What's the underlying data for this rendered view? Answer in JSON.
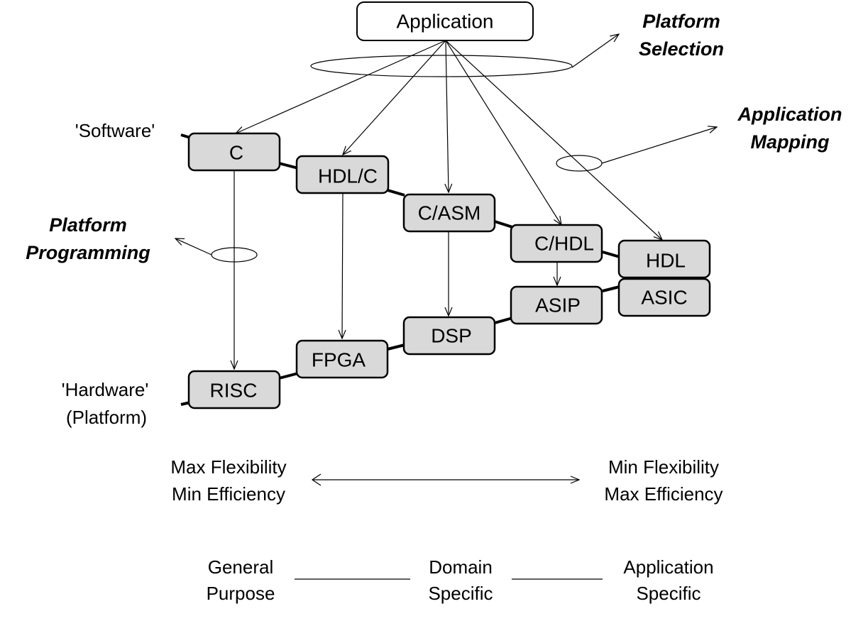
{
  "application": {
    "label": "Application"
  },
  "annotations": {
    "platform_selection": [
      "Platform",
      "Selection"
    ],
    "application_mapping": [
      "Application",
      "Mapping"
    ],
    "platform_programming": [
      "Platform",
      "Programming"
    ]
  },
  "side_labels": {
    "software": "'Software'",
    "hardware": [
      "'Hardware'",
      "(Platform)"
    ]
  },
  "software_nodes": [
    "C",
    "HDL/C",
    "C/ASM",
    "C/HDL",
    "HDL"
  ],
  "hardware_nodes": [
    "RISC",
    "FPGA",
    "DSP",
    "ASIP",
    "ASIC"
  ],
  "tradeoff": {
    "left": [
      "Max Flexibility",
      "Min Efficiency"
    ],
    "right": [
      "Min Flexibility",
      "Max Efficiency"
    ]
  },
  "spectrum": {
    "general": [
      "General",
      "Purpose"
    ],
    "domain": [
      "Domain",
      "Specific"
    ],
    "application": [
      "Application",
      "Specific"
    ]
  },
  "colors": {
    "node_fill": "#d9d9d9",
    "stroke": "#000000",
    "background": "#ffffff"
  }
}
